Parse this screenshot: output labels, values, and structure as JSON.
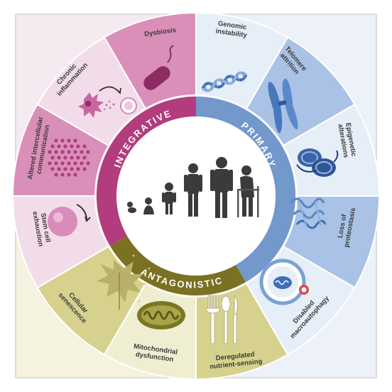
{
  "diagram": {
    "groups": {
      "integrative": "INTEGRATIVE",
      "primary": "PRIMARY",
      "antagonistic": "ANTAGONISTIC"
    },
    "hallmarks": {
      "genomic_instability": [
        "Genomic",
        "instability"
      ],
      "telomere_attrition": [
        "Telomere",
        "attrition"
      ],
      "epigenetic_alterations": [
        "Epigenetic",
        "alterations"
      ],
      "loss_of_proteostasis": [
        "Loss of",
        "proteostasis"
      ],
      "disabled_macroautophagy": [
        "Disabled",
        "macroautophagy"
      ],
      "deregulated_nutrient_sensing": [
        "Deregulated",
        "nutrient-sensing"
      ],
      "mitochondrial_dysfunction": [
        "Mitochondrial",
        "dysfunction"
      ],
      "cellular_senescence": [
        "Cellular",
        "senescence"
      ],
      "stem_cell_exhaustion": [
        "Stem cell",
        "exhaustion"
      ],
      "altered_intercellular_communication": [
        "Altered intercellular",
        "communication"
      ],
      "chronic_inflammation": [
        "Chronic",
        "inflammation"
      ],
      "dysbiosis": [
        "Dysbiosis"
      ]
    },
    "colors": {
      "integrative_ring": "#b23c7e",
      "integrative_light": "#f3dcea",
      "integrative_mid": "#d98fb8",
      "primary_ring": "#7298cc",
      "primary_light": "#e6eef8",
      "primary_mid": "#a9c2e5",
      "antagonistic_ring": "#7a7222",
      "antagonistic_light": "#f0eed0",
      "antagonistic_mid": "#d6d18c"
    },
    "icons": {
      "genomic_instability": "dna-helix-icon",
      "telomere_attrition": "chromosome-icon",
      "epigenetic_alterations": "nucleosome-icon",
      "loss_of_proteostasis": "protein-fold-icon",
      "disabled_macroautophagy": "autophagosome-icon",
      "deregulated_nutrient_sensing": "cutlery-icon",
      "mitochondrial_dysfunction": "mitochondrion-icon",
      "cellular_senescence": "withered-leaf-icon",
      "stem_cell_exhaustion": "stem-cell-icon",
      "altered_intercellular_communication": "dot-cluster-icon",
      "chronic_inflammation": "immune-cell-icon",
      "dysbiosis": "bacterium-icon",
      "center": "aging-silhouettes-icon"
    }
  }
}
